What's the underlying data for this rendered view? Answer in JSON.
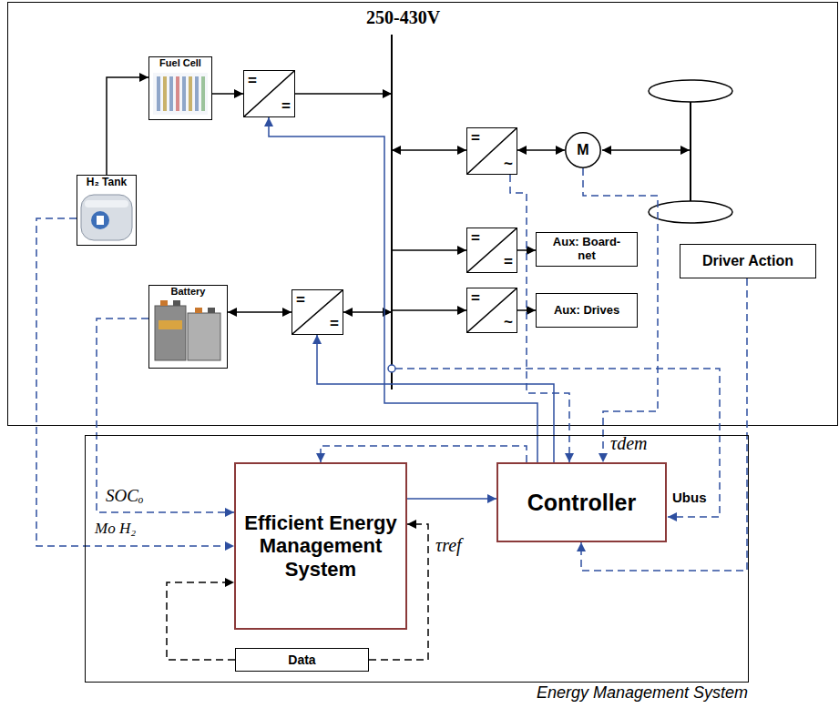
{
  "diagram": {
    "nodes": [
      {
        "text": [
          "Fuel Cell"
        ]
      },
      {
        "text": [
          "=",
          "="
        ]
      },
      {
        "text": [
          "=",
          "~"
        ]
      },
      {
        "text": [
          "M"
        ]
      },
      {
        "text": [
          "H₂ Tank"
        ]
      },
      {
        "text": [
          "=",
          "="
        ]
      },
      {
        "text": [
          "Aux: Board-net"
        ]
      },
      {
        "text": [
          "Driver Action"
        ]
      },
      {
        "text": [
          "=",
          "~"
        ]
      },
      {
        "text": [
          "Aux: Drives"
        ]
      },
      {
        "text": [
          "Battery"
        ]
      },
      {
        "text": [
          "=",
          "="
        ]
      },
      {
        "text": [
          "Energy Management System"
        ]
      },
      {
        "text": [
          "Efficient Energy Management System"
        ],
        "in": 12
      },
      {
        "text": [
          "Controller"
        ],
        "in": 12
      },
      {
        "text": [
          "Data"
        ],
        "in": 12
      }
    ],
    "edges": [
      {
        "from": 4,
        "to": 0,
        "arrow": "to"
      },
      {
        "from": 0,
        "to": 1,
        "arrow": "to"
      },
      {
        "from": 2,
        "to": 3,
        "arrow": "both"
      },
      {
        "from": 10,
        "to": 11,
        "arrow": "both"
      },
      {
        "from": 5,
        "to": 6,
        "arrow": "to"
      },
      {
        "from": 8,
        "to": 9,
        "arrow": "to"
      },
      {
        "from": 14,
        "to": 1,
        "arrow": "to"
      },
      {
        "from": 14,
        "to": 11,
        "arrow": "to"
      },
      {
        "from": 13,
        "to": 14,
        "arrow": "to"
      },
      {
        "from": 14,
        "to": 13,
        "arrow": "to"
      },
      {
        "from": 4,
        "to": 13,
        "arrow": "to"
      },
      {
        "from": 10,
        "to": 13,
        "arrow": "to"
      },
      {
        "from": 7,
        "to": 14,
        "arrow": "to"
      },
      {
        "from": 2,
        "to": 14,
        "arrow": "to"
      },
      {
        "from": 3,
        "to": 14,
        "arrow": "to"
      },
      {
        "from": 15,
        "to": 13,
        "arrow": "to"
      },
      {
        "from": 15,
        "to": 13,
        "arrow": "to"
      }
    ],
    "labels": [
      "250-430V",
      "SOCₒ",
      "Mo H₂",
      "τref",
      "τdem",
      "Ubus"
    ]
  }
}
